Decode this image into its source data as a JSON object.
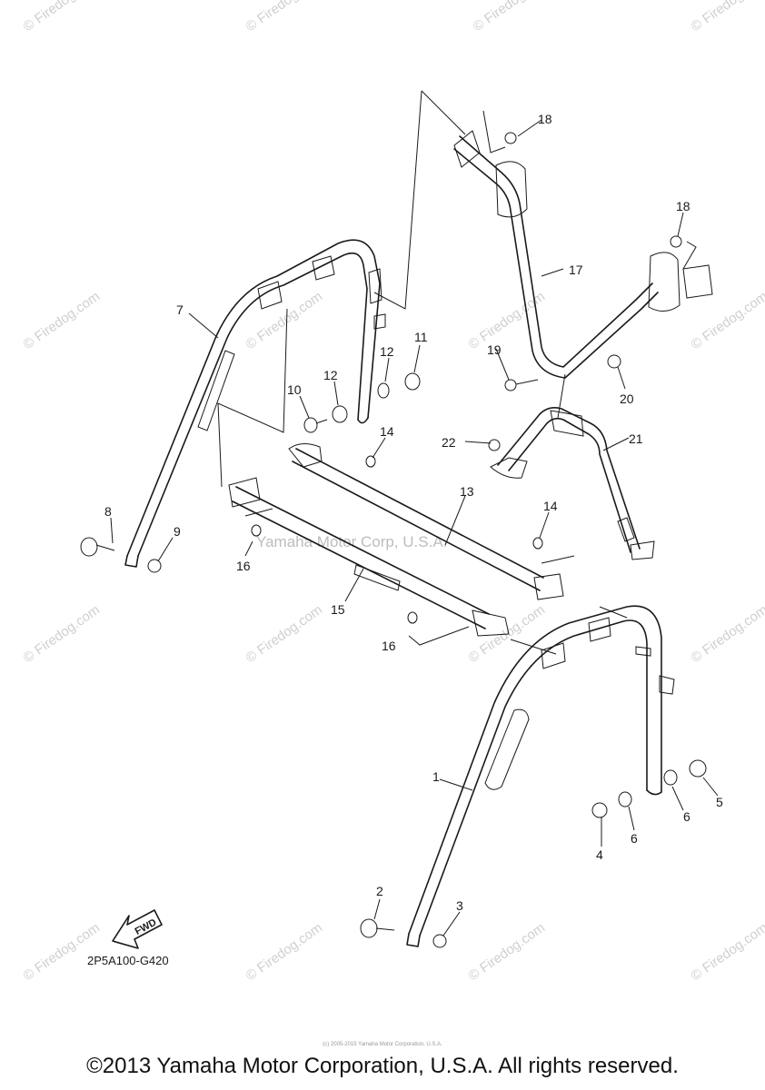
{
  "watermark": {
    "text": "© Firedog.com",
    "center_text": "Yamaha Motor Corp, U.S.A."
  },
  "callouts": {
    "c1": "1",
    "c2": "2",
    "c3": "3",
    "c4": "4",
    "c5": "5",
    "c6a": "6",
    "c6b": "6",
    "c7": "7",
    "c8": "8",
    "c9": "9",
    "c10": "10",
    "c11": "11",
    "c12a": "12",
    "c12b": "12",
    "c13": "13",
    "c14a": "14",
    "c14b": "14",
    "c15": "15",
    "c16a": "16",
    "c16b": "16",
    "c17": "17",
    "c18a": "18",
    "c18b": "18",
    "c19": "19",
    "c20": "20",
    "c21": "21",
    "c22": "22"
  },
  "fwd_label": "FWD",
  "diagram_code": "2P5A100-G420",
  "tiny_copyright": "(c) 2005-2015 Yamaha Motor Corporation, U.S.A.",
  "footer": "©2013 Yamaha Motor Corporation, U.S.A. All rights reserved.",
  "colors": {
    "line": "#1a1a1a",
    "watermark": "#cfcfcf",
    "background": "#ffffff"
  }
}
